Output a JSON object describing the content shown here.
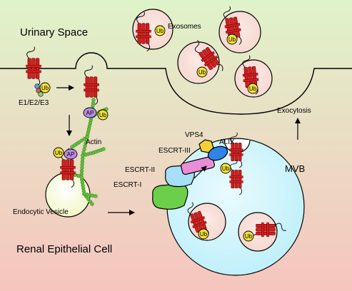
{
  "regions": {
    "urinary_space": "Urinary Space",
    "renal_cell": "Renal Epithelial Cell"
  },
  "labels": {
    "exosomes": "Exosomes",
    "e1e2e3": "E1/E2/E3",
    "actin": "Actin",
    "exocytosis": "Exocytosis",
    "mvb": "MVB",
    "vps4": "VPS4",
    "alix": "ALIX",
    "escrt_iii": "ESCRT-III",
    "escrt_ii": "ESCRT-II",
    "escrt_i": "ESCRT-I",
    "endocytic_vesicle": "Endocytic Vesicle"
  },
  "markers": {
    "ub": "Ub",
    "ap": "AP"
  },
  "colors": {
    "bg_top": "#dff3c9",
    "bg_bottom": "#f6c5be",
    "receptor": "#d21f1f",
    "ub_fill": "#f2e23a",
    "ap_fill": "#b98be0",
    "actin": "#5fbf3a",
    "exosome_fill": "#f6d6cf",
    "mvb_fill": "#bdeffa",
    "escrt_i": "#6ccf4a",
    "escrt_ii": "#a6dff7",
    "escrt_iii": "#e98ed6",
    "vps4": "#f4cf3b",
    "alix": "#2f84e8",
    "vesicle_fill": "#f3f8c8"
  }
}
